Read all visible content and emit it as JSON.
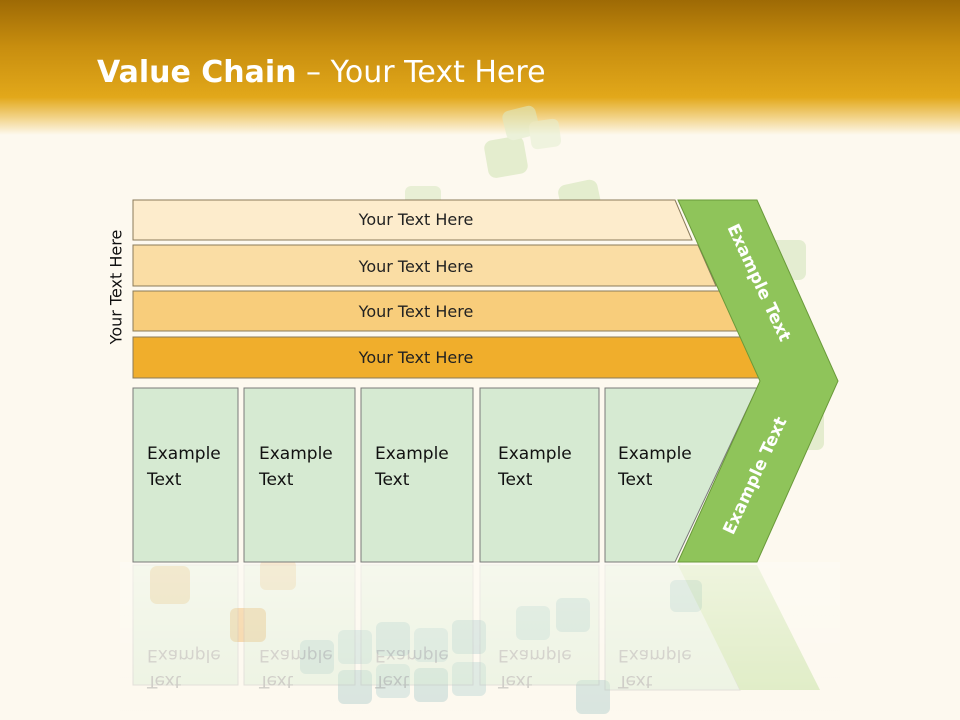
{
  "title": {
    "bold": "Value Chain",
    "rest": " – Your Text Here"
  },
  "side_label": "Your Text Here",
  "bars": [
    {
      "label": "Your Text Here",
      "fill": "#fdeccc"
    },
    {
      "label": "Your Text Here",
      "fill": "#fadda4"
    },
    {
      "label": "Your Text Here",
      "fill": "#f8cd7b"
    },
    {
      "label": "Your Text Here",
      "fill": "#f0ae2c"
    }
  ],
  "boxes": [
    {
      "line1": "Example",
      "line2": "Text"
    },
    {
      "line1": "Example",
      "line2": "Text"
    },
    {
      "line1": "Example",
      "line2": "Text"
    },
    {
      "line1": "Example",
      "line2": "Text"
    },
    {
      "line1": "Example",
      "line2": "Text"
    }
  ],
  "chevron": {
    "upper_label": "Example Text",
    "lower_label": "Example Text",
    "fill": "#8fc45a"
  },
  "colors": {
    "box_fill": "#d6ead2",
    "box_stroke": "#7a7a7a",
    "header_gold": "#e2a81a"
  }
}
